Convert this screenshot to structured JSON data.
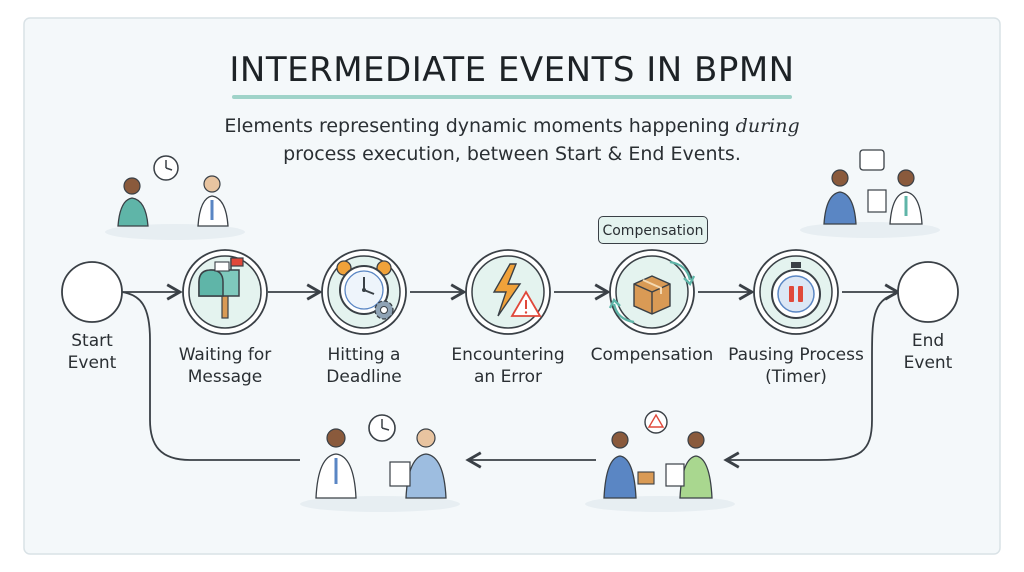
{
  "title": "INTERMEDIATE EVENTS IN BPMN",
  "subtitle": {
    "before": "Elements representing dynamic moments happening ",
    "emphasis": "during",
    "after": "process execution, between Start & End Events."
  },
  "compensation_tag": "Compensation",
  "events": [
    {
      "id": "start",
      "line1": "Start",
      "line2": "Event",
      "icon": "blank-circle-icon"
    },
    {
      "id": "message",
      "line1": "Waiting for",
      "line2": "Message",
      "icon": "mailbox-icon"
    },
    {
      "id": "deadline",
      "line1": "Hitting a",
      "line2": "Deadline",
      "icon": "alarm-clock-gear-icon"
    },
    {
      "id": "error",
      "line1": "Encountering",
      "line2": "an Error",
      "icon": "lightning-warning-icon"
    },
    {
      "id": "compensation",
      "line1": "Compensation",
      "line2": "",
      "icon": "box-refresh-icon"
    },
    {
      "id": "timer",
      "line1": "Pausing Process",
      "line2": "(Timer)",
      "icon": "stopwatch-pause-icon"
    },
    {
      "id": "end",
      "line1": "End",
      "line2": "Event",
      "icon": "blank-circle-icon"
    }
  ],
  "colors": {
    "stroke": "#3a4046",
    "teal": "#7fc9bd",
    "teal_light": "#e4f3ef",
    "orange": "#f0a23a",
    "red": "#e0483a",
    "blue": "#5a86c4",
    "box": "#d99a55",
    "bg_panel": "#f4f8fa"
  }
}
